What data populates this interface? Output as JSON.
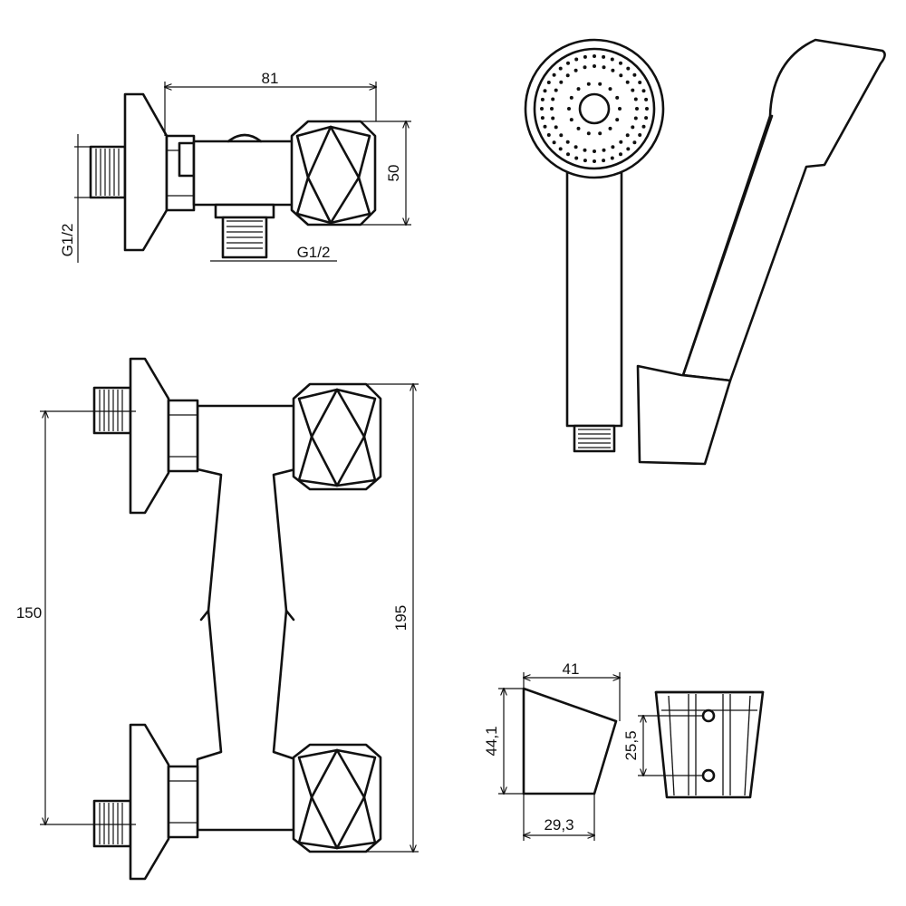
{
  "dimensions": {
    "top_width": "81",
    "top_height": "50",
    "top_thread_left": "G1/2",
    "top_thread_bottom": "G1/2",
    "front_spacing": "150",
    "front_height": "195",
    "holder_width": "41",
    "holder_height": "44,1",
    "holder_base": "29,3",
    "holder_hole_spacing": "25,5"
  }
}
